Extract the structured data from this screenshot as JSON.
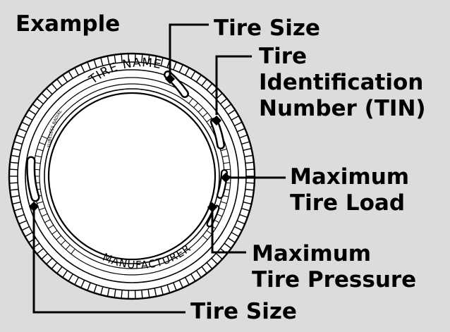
{
  "title": "Example",
  "tire_markings": {
    "tire_name": "TIRE NAME",
    "manufacturer": "MANUFACTURER",
    "small_text": "TUBELESS RADIAL"
  },
  "callouts": {
    "tire_size_top": "Tire Size",
    "tin": [
      "Tire",
      "Identification",
      "Number (TIN)"
    ],
    "max_load": [
      "Maximum",
      "Tire Load"
    ],
    "max_pressure": [
      "Maximum",
      "Tire Pressure"
    ],
    "tire_size_bottom": "Tire Size"
  },
  "colors": {
    "background": "#dcdcdc",
    "tire_fill": "#ffffff",
    "ink": "#000000"
  }
}
